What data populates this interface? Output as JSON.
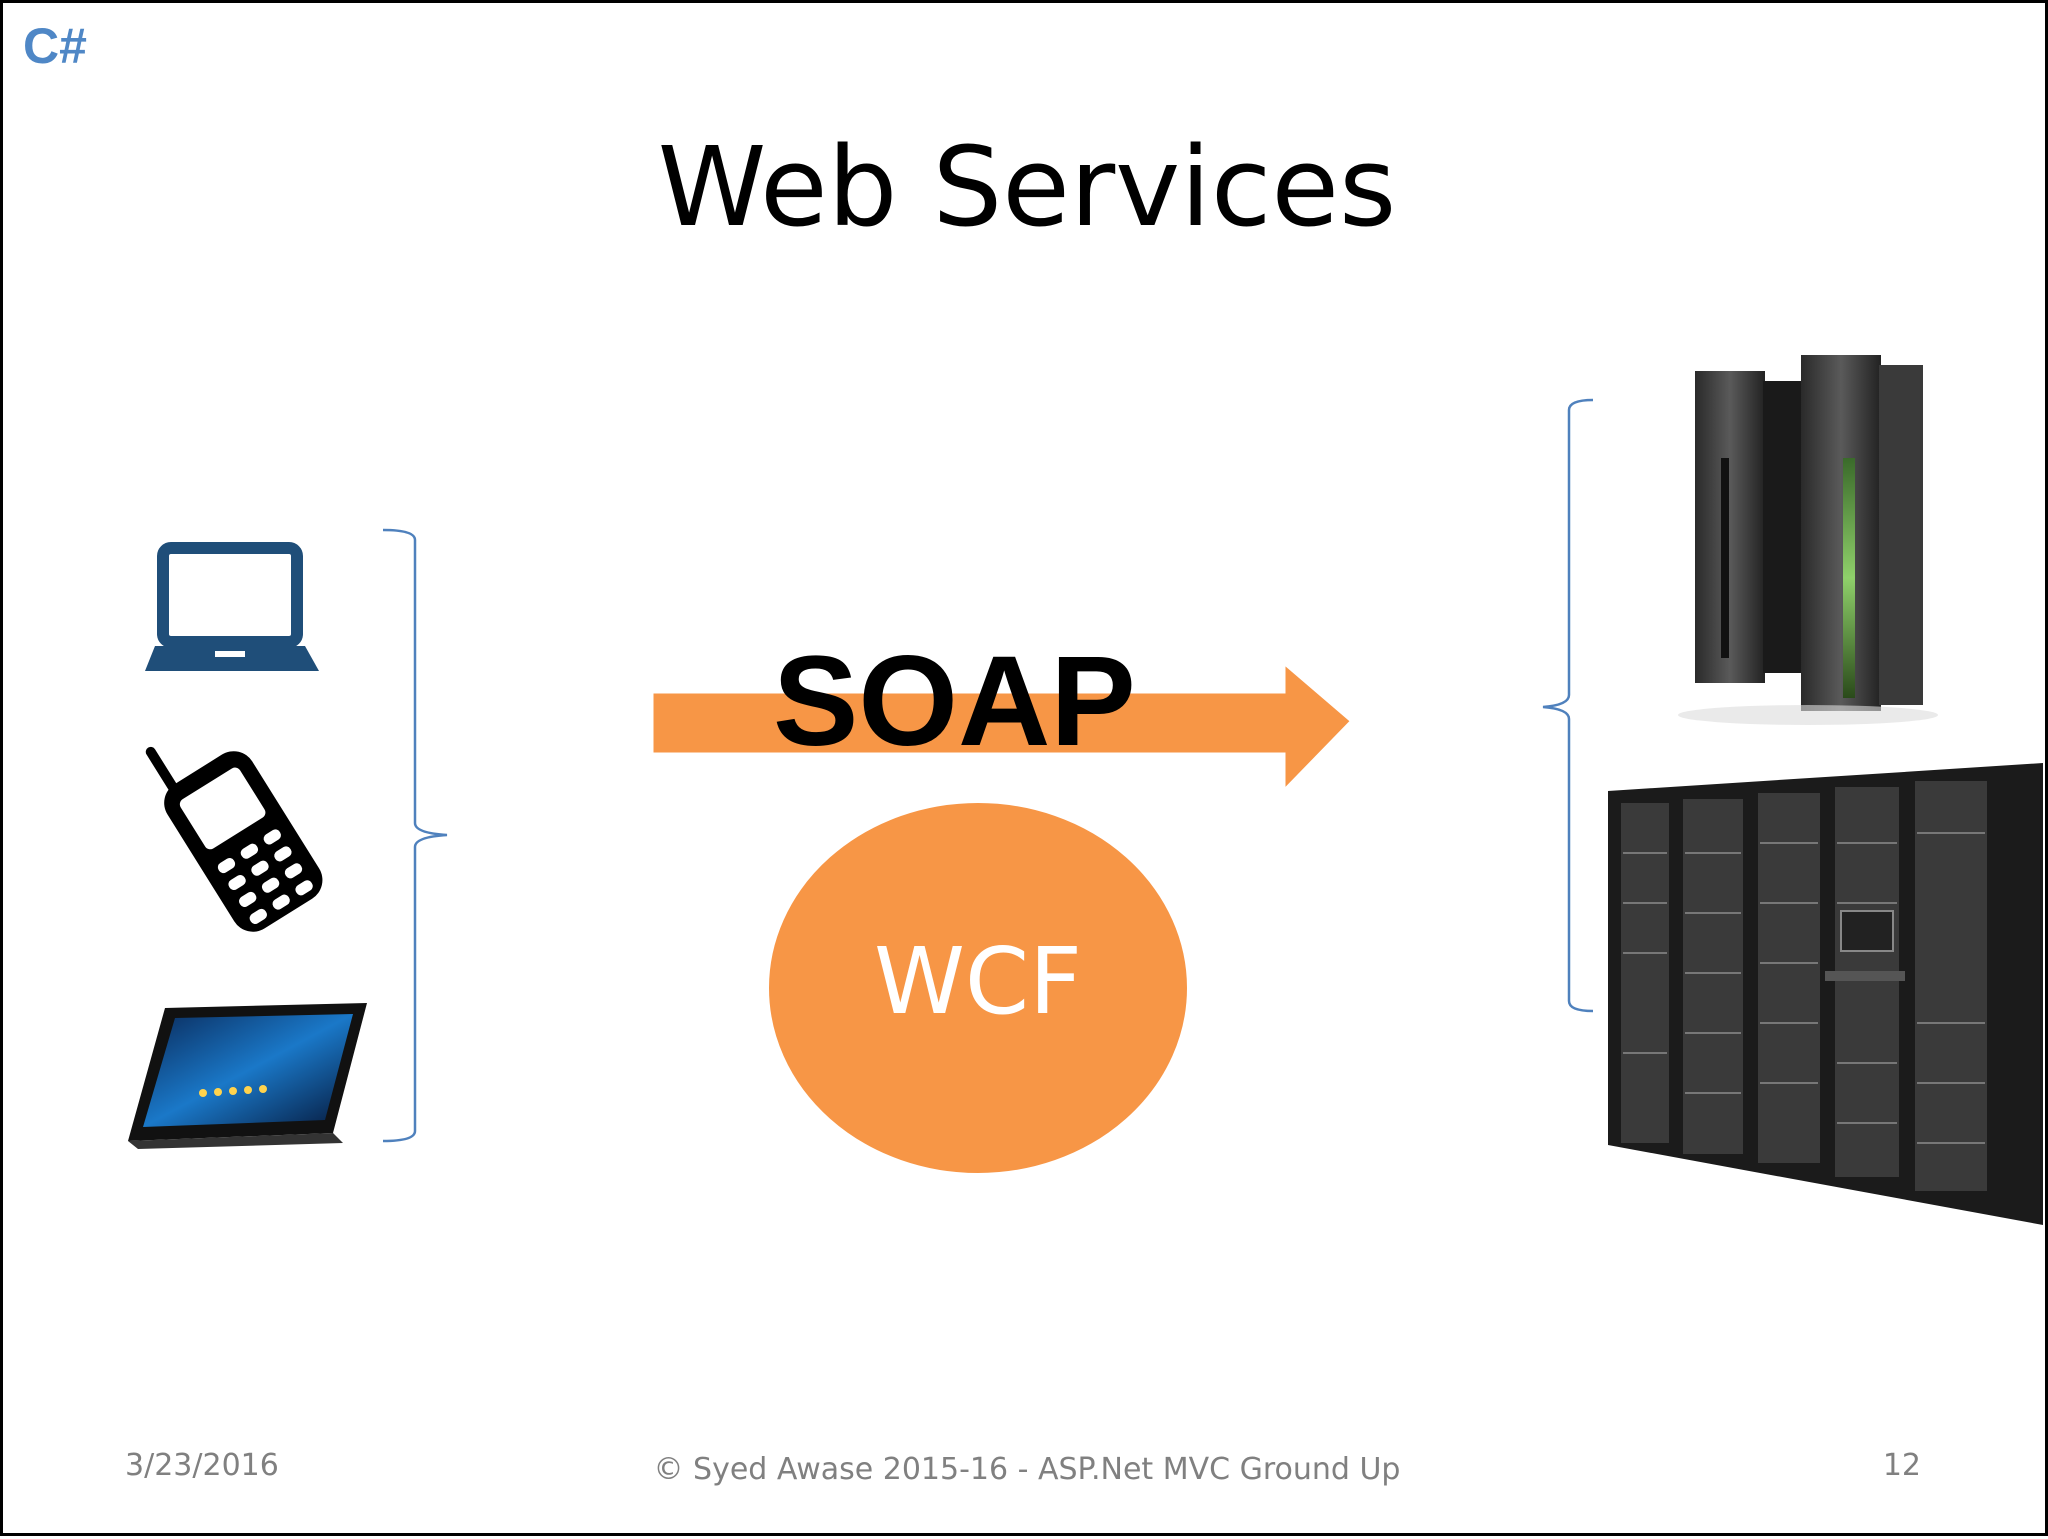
{
  "slide": {
    "logo": "C#",
    "title": "Web Services",
    "arrow_label": "SOAP",
    "circle_label": "WCF",
    "footer": {
      "date": "3/23/2016",
      "center": "© Syed Awase 2015-16 - ASP.Net MVC Ground Up",
      "page": "12"
    }
  },
  "icons": {
    "clients": [
      "laptop-icon",
      "mobile-phone-icon",
      "tablet-icon"
    ],
    "servers": [
      "mainframe-icon",
      "server-rack-icon"
    ]
  },
  "colors": {
    "accent_orange": "#f79646",
    "bracket_blue": "#4f81bd",
    "logo_blue": "#4f87c6",
    "laptop_navy": "#1f4e79"
  }
}
